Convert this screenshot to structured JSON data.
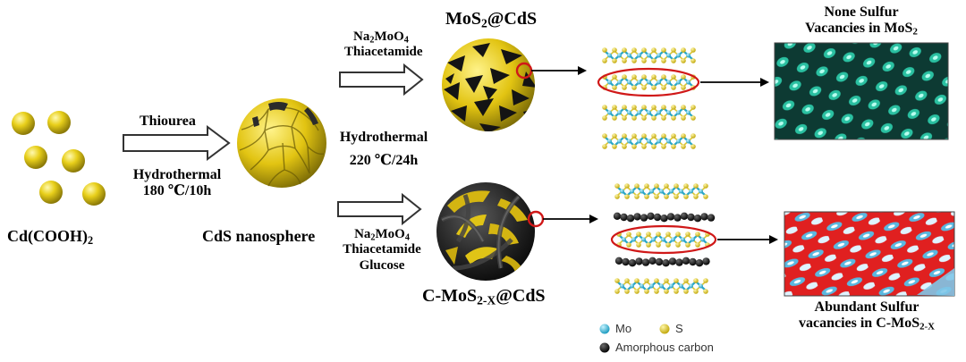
{
  "labels": {
    "precursor": "Cd(COOH)",
    "precursor_sub": "2",
    "step1_reagent": "Thiourea",
    "step1_cond1": "Hydrothermal",
    "step1_cond2": "180 ℃/10h",
    "intermediate": "CdS nanosphere",
    "upper_reagent_a": "Na",
    "upper_reagent_a_s1": "2",
    "upper_reagent_a_mid": "MoO",
    "upper_reagent_a_s2": "4",
    "upper_reagent_b": "Thiacetamide",
    "mid_cond1": "Hydrothermal",
    "mid_cond2": "220 ℃/24h",
    "lower_reagent_a": "Na",
    "lower_reagent_a_s1": "2",
    "lower_reagent_a_mid": "MoO",
    "lower_reagent_a_s2": "4",
    "lower_reagent_b": "Thiacetamide",
    "lower_reagent_c": "Glucose",
    "product_upper_a": "MoS",
    "product_upper_sub": "2",
    "product_upper_b": "@CdS",
    "product_lower_a": "C-MoS",
    "product_lower_sub": "2-X",
    "product_lower_b": "@CdS",
    "upper_result_l1": "None Sulfur",
    "upper_result_l2a": "Vacancies in MoS",
    "upper_result_l2sub": "2",
    "lower_result_l1": "Abundant Sulfur",
    "lower_result_l2a": "vacancies in C-MoS",
    "lower_result_l2sub": "2-X"
  },
  "legend": {
    "mo": "Mo",
    "s": "S",
    "carbon": "Amorphous carbon"
  },
  "colors": {
    "gold": "#e8cf1a",
    "mo_cyan": "#3ec4e0",
    "carbon": "#1a1a1a",
    "highlight_ring": "#d01818",
    "tem_teal": "#2fd7b4",
    "tem_red": "#e02020"
  }
}
